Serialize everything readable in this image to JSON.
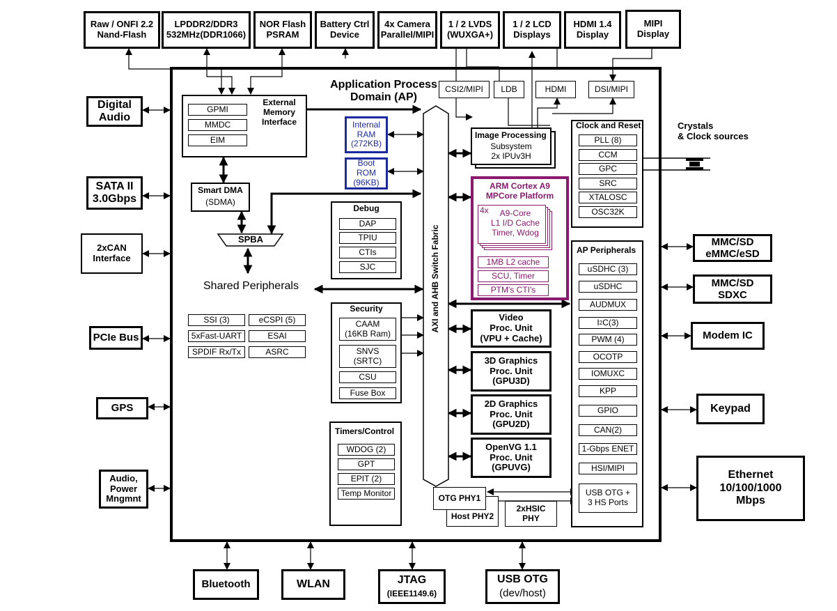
{
  "top": {
    "nand": "Raw / ONFI 2.2\nNand-Flash",
    "lpddr": "LPDDR2/DDR3\n532MHz(DDR1066)",
    "nor": "NOR Flash\nPSRAM",
    "battery": "Battery Ctrl\nDevice",
    "camera": "4x Camera\nParallel/MIPI",
    "lvds": "1 / 2 LVDS\n(WUXGA+)",
    "lcd": "1 / 2 LCD\nDisplays",
    "hdmi": "HDMI 1.4\nDisplay",
    "mipi": "MIPI\nDisplay"
  },
  "left": {
    "digital_audio": "Digital\nAudio",
    "sata": "SATA II\n3.0Gbps",
    "can": "2xCAN\nInterface",
    "pcie": "PCIe Bus",
    "gps": "GPS",
    "audio_power": "Audio,\nPower\nMngmnt"
  },
  "right": {
    "crystals": "Crystals\n& Clock sources",
    "mmc1": "MMC/SD\neMMC/eSD",
    "mmc2": "MMC/SD\nSDXC",
    "modem": "Modem IC",
    "keypad": "Keypad",
    "ethernet": "Ethernet\n10/100/1000\nMbps"
  },
  "bottom": {
    "bluetooth": "Bluetooth",
    "wlan": "WLAN",
    "jtag": "JTAG",
    "jtag_sub": "(IEEE1149.6)",
    "usb_otg": "USB OTG",
    "usb_otg_sub": "(dev/host)"
  },
  "ap": {
    "title": "Application Process\nDomain (AP)",
    "emi_title": "External\nMemory\nInterface",
    "emi_items": [
      "GPMI",
      "MMDC",
      "EIM"
    ],
    "internal_ram": "Internal\nRAM\n(272KB)",
    "boot_rom": "Boot\nROM\n(96KB)",
    "smart_dma": "Smart DMA",
    "sdma": "(SDMA)",
    "spba": "SPBA",
    "shared_peripherals": "Shared Peripherals",
    "shared_items": [
      "SSI (3)",
      "eCSPI (5)",
      "5xFast-UART",
      "ESAI",
      "SPDIF Rx/Tx",
      "ASRC"
    ],
    "debug_title": "Debug",
    "debug_items": [
      "DAP",
      "TPIU",
      "CTIs",
      "SJC"
    ],
    "security_title": "Security",
    "security_items": [
      "CAAM\n(16KB Ram)",
      "SNVS\n(SRTC)",
      "CSU",
      "Fuse Box"
    ],
    "timers_title": "Timers/Control",
    "timers_items": [
      "WDOG (2)",
      "GPT",
      "EPIT (2)",
      "Temp Monitor"
    ],
    "fabric": "AXI and AHB Switch Fabric",
    "csi": "CSI2/MIPI",
    "ldb": "LDB",
    "hdmi": "HDMI",
    "dsi": "DSI/MIPI",
    "ipu_title": "Image Processing",
    "ipu_sub": "Subsystem\n2x IPUv3H",
    "arm_title": "ARM Cortex A9\nMPCore Platform",
    "arm_cores_count": "4x",
    "arm_cores": "A9-Core\nL1 I/D Cache\nTimer, Wdog",
    "arm_items": [
      "1MB L2 cache",
      "SCU, Timer",
      "PTM's CTI's"
    ],
    "vpu": "Video\nProc. Unit\n(VPU + Cache)",
    "gpu3d": "3D Graphics\nProc. Unit\n(GPU3D)",
    "gpu2d": "2D Graphics\nProc. Unit\n(GPU2D)",
    "gpuvg": "OpenVG 1.1\nProc. Unit\n(GPUVG)",
    "otg_phy": "OTG PHY1",
    "host_phy": "Host PHY2",
    "hsic": "2xHSIC\nPHY",
    "clock_title": "Clock and Reset",
    "clock_items": [
      "PLL (8)",
      "CCM",
      "GPC",
      "SRC",
      "XTALOSC",
      "OSC32K"
    ],
    "periph_title": "AP Peripherals",
    "periph_items": [
      "uSDHC (3)",
      "uSDHC",
      "AUDMUX",
      "I2C(3)",
      "PWM (4)",
      "OCOTP",
      "IOMUXC",
      "KPP",
      "GPIO",
      "CAN(2)",
      "1-Gbps ENET",
      "HSI/MIPI",
      "USB OTG +\n3 HS Ports"
    ]
  }
}
